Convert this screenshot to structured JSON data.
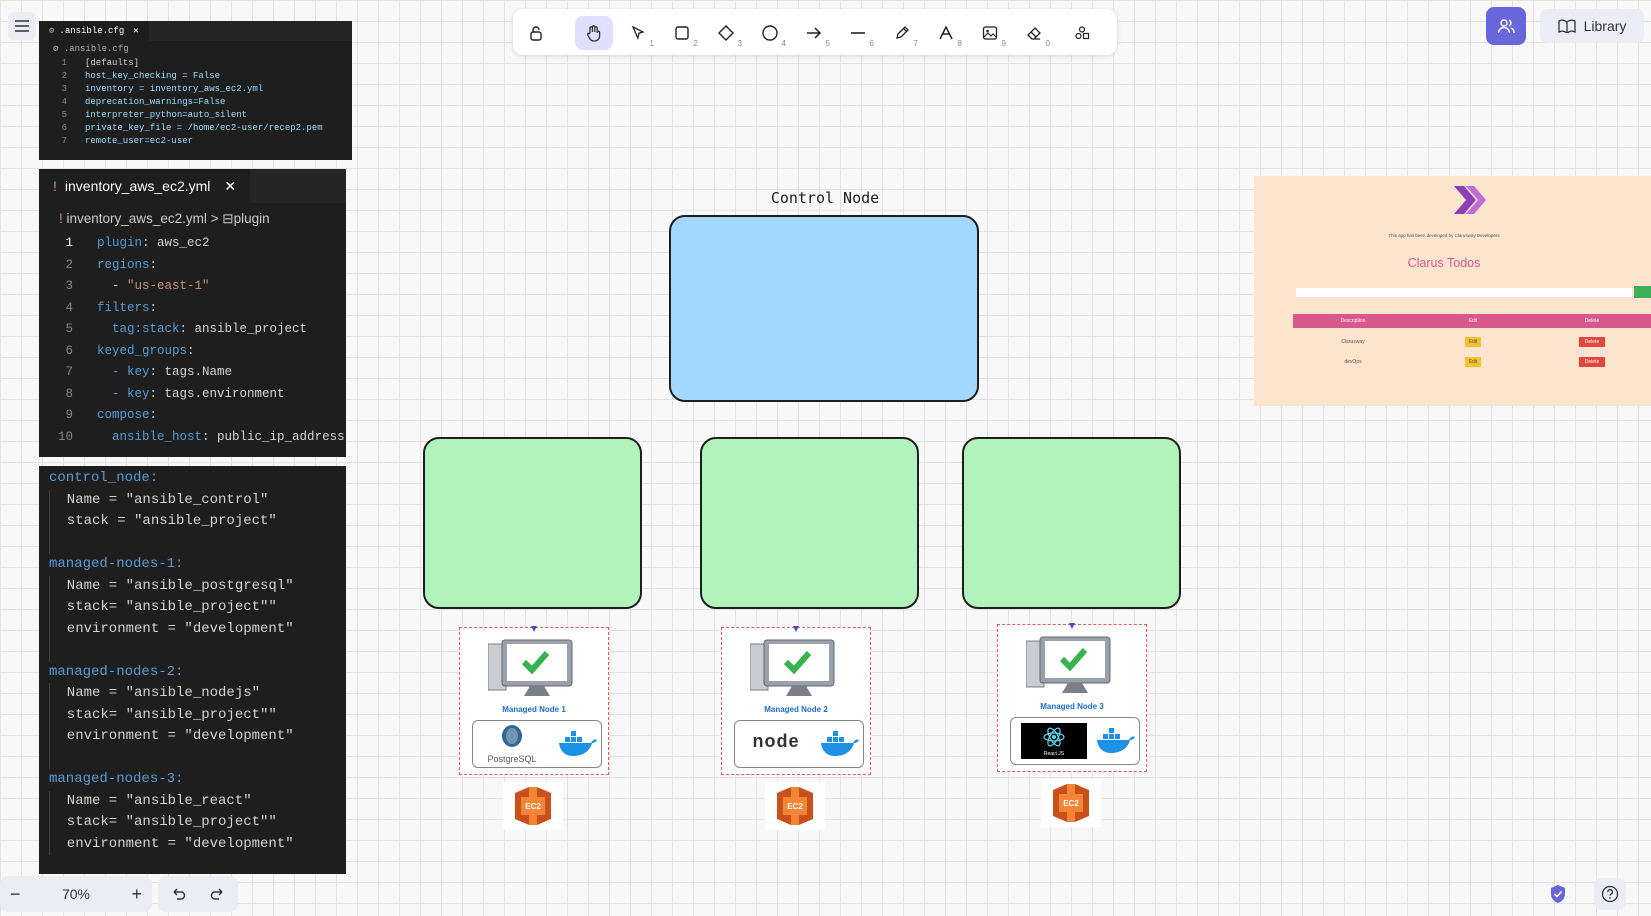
{
  "toolbar": {
    "tools": [
      {
        "name": "lock-icon",
        "num": ""
      },
      {
        "name": "hand-icon",
        "num": ""
      },
      {
        "name": "selection-icon",
        "num": "1"
      },
      {
        "name": "rectangle-icon",
        "num": "2"
      },
      {
        "name": "diamond-icon",
        "num": "3"
      },
      {
        "name": "ellipse-icon",
        "num": "4"
      },
      {
        "name": "arrow-icon",
        "num": "5"
      },
      {
        "name": "line-icon",
        "num": "6"
      },
      {
        "name": "pencil-icon",
        "num": "7"
      },
      {
        "name": "text-icon",
        "num": "8"
      },
      {
        "name": "image-icon",
        "num": "9"
      },
      {
        "name": "eraser-icon",
        "num": "0"
      },
      {
        "name": "extra-tools-icon",
        "num": ""
      }
    ]
  },
  "library_label": "Library",
  "zoom": "70%",
  "cfg_panel": {
    "tab": ".ansible.cfg",
    "breadcrumb": ".ansible.cfg",
    "lines": [
      {
        "n": "1",
        "t": "[defaults]"
      },
      {
        "n": "2",
        "t": "host_key_checking = False"
      },
      {
        "n": "3",
        "t": "inventory = inventory_aws_ec2.yml"
      },
      {
        "n": "4",
        "t": "deprecation_warnings=False"
      },
      {
        "n": "5",
        "t": "interpreter_python=auto_silent"
      },
      {
        "n": "6",
        "t": "private_key_file = /home/ec2-user/recep2.pem"
      },
      {
        "n": "7",
        "t": "remote_user=ec2-user"
      }
    ]
  },
  "inv_panel": {
    "tab": "inventory_aws_ec2.yml",
    "breadcrumb_file": "inventory_aws_ec2.yml",
    "breadcrumb_sep": ">",
    "breadcrumb_item": "plugin",
    "lines": [
      {
        "n": "1",
        "k": "plugin",
        "s": ": ",
        "v": "aws_ec2"
      },
      {
        "n": "2",
        "k": "regions",
        "s": ":",
        "v": ""
      },
      {
        "n": "3",
        "k": "",
        "s": "  - ",
        "v": "\"us-east-1\""
      },
      {
        "n": "4",
        "k": "filters",
        "s": ":",
        "v": ""
      },
      {
        "n": "5",
        "k": "  tag:stack",
        "s": ": ",
        "v": "ansible_project"
      },
      {
        "n": "6",
        "k": "keyed_groups",
        "s": ":",
        "v": ""
      },
      {
        "n": "7",
        "k": "  - key",
        "s": ": ",
        "v": "tags.Name"
      },
      {
        "n": "8",
        "k": "  - key",
        "s": ": ",
        "v": "tags.environment"
      },
      {
        "n": "9",
        "k": "compose",
        "s": ":",
        "v": ""
      },
      {
        "n": "10",
        "k": "  ansible_host",
        "s": ": ",
        "v": "public_ip_address"
      }
    ]
  },
  "tags_panel": {
    "lines": [
      "control_node:",
      "  Name = \"ansible_control\"",
      "  stack = \"ansible_project\"",
      "",
      "managed-nodes-1:",
      "  Name = \"ansible_postgresql\"",
      "  stack= \"ansible_project\"\"",
      "  environment = \"development\"",
      "",
      "managed-nodes-2:",
      "  Name = \"ansible_nodejs\"",
      "  stack= \"ansible_project\"\"",
      "  environment = \"development\"",
      "",
      "managed-nodes-3:",
      "  Name = \"ansible_react\"",
      "  stack= \"ansible_project\"\"",
      "  environment = \"development\""
    ]
  },
  "diagram": {
    "control_label": "Control Node",
    "nodes": [
      {
        "label": "Managed Node 1",
        "tech": "PostgreSQL",
        "ec2": "EC2"
      },
      {
        "label": "Managed Node 2",
        "tech": "node",
        "ec2": "EC2"
      },
      {
        "label": "Managed Node 3",
        "tech": "React JS",
        "ec2": "EC2"
      }
    ]
  },
  "app_preview": {
    "subtitle": "This app has been developed by Clarusway Developers",
    "title": "Clarus Todos",
    "headers": [
      "Description",
      "Edit",
      "Delete"
    ],
    "rows": [
      {
        "desc": "Clarusway",
        "edit": "Edit",
        "del": "Delete"
      },
      {
        "desc": "devOps",
        "edit": "Edit",
        "del": "Delete"
      }
    ]
  },
  "colors": {
    "control_fill": "#a5d8ff",
    "managed_fill": "#b2f2bb",
    "accent": "#6965db",
    "app_bg": "#fce4cf",
    "app_pink": "#d6588c"
  }
}
